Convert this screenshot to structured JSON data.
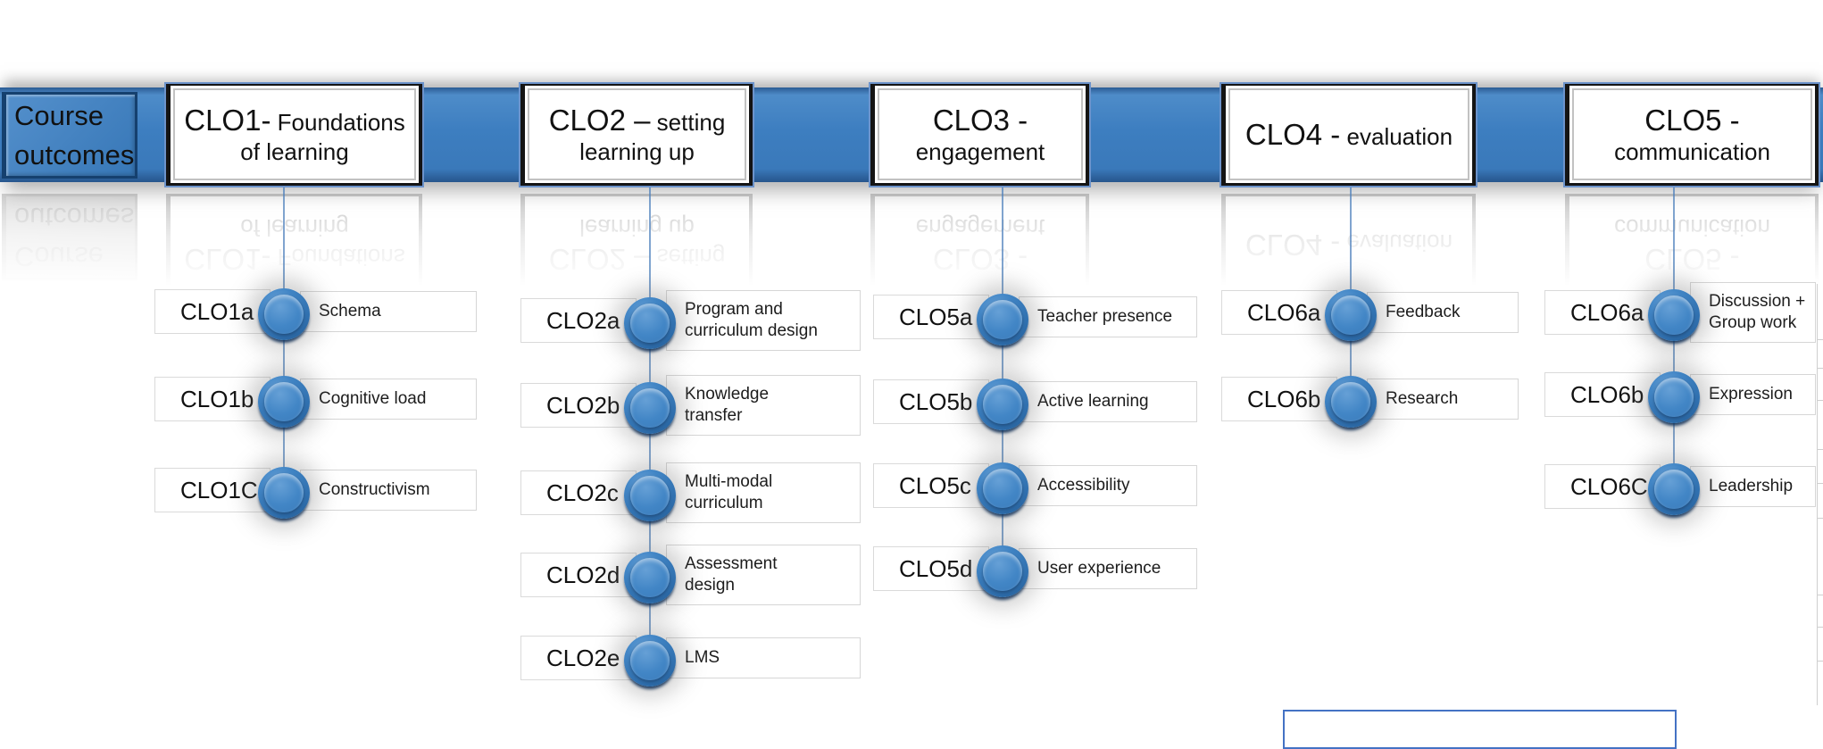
{
  "banner": {
    "course_outcomes_label": "Course\noutcomes",
    "headers": [
      {
        "id": "clo1",
        "big": "CLO1-",
        "small": " Foundations\nof learning"
      },
      {
        "id": "clo2",
        "big": "CLO2 –",
        "small": " setting\nlearning up"
      },
      {
        "id": "clo3",
        "big": "CLO3 -",
        "small": "\nengagement"
      },
      {
        "id": "clo4",
        "big": "CLO4 -",
        "small": " evaluation"
      },
      {
        "id": "clo5",
        "big": "CLO5 -",
        "small": "\ncommunication"
      }
    ]
  },
  "columns": [
    {
      "header_id": "clo1",
      "nodes": [
        {
          "id": "CLO1a",
          "topic": "Schema"
        },
        {
          "id": "CLO1b",
          "topic": "Cognitive load"
        },
        {
          "id": "CLO1C",
          "topic": "Constructivism"
        }
      ]
    },
    {
      "header_id": "clo2",
      "nodes": [
        {
          "id": "CLO2a",
          "topic": "Program and\ncurriculum  design"
        },
        {
          "id": "CLO2b",
          "topic": "Knowledge\ntransfer"
        },
        {
          "id": "CLO2c",
          "topic": "Multi-modal\ncurriculum"
        },
        {
          "id": "CLO2d",
          "topic": "Assessment\ndesign"
        },
        {
          "id": "CLO2e",
          "topic": "LMS"
        }
      ]
    },
    {
      "header_id": "clo3",
      "nodes": [
        {
          "id": "CLO5a",
          "topic": "Teacher presence"
        },
        {
          "id": "CLO5b",
          "topic": "Active learning"
        },
        {
          "id": "CLO5c",
          "topic": "Accessibility"
        },
        {
          "id": "CLO5d",
          "topic": "User experience"
        }
      ]
    },
    {
      "header_id": "clo4",
      "nodes": [
        {
          "id": "CLO6a",
          "topic": "Feedback"
        },
        {
          "id": "CLO6b",
          "topic": "Research"
        }
      ]
    },
    {
      "header_id": "clo5",
      "nodes": [
        {
          "id": "CLO6a",
          "topic": "Discussion +\nGroup work"
        },
        {
          "id": "CLO6b",
          "topic": "Expression"
        },
        {
          "id": "CLO6C",
          "topic": "Leadership"
        }
      ]
    }
  ],
  "colors": {
    "banner_blue": "#3d7ec0",
    "banner_edge": "#2b5b94",
    "header_outline_blue": "#6c93cb",
    "frame_black": "#141414",
    "node_blue": "#4286c6",
    "node_dark_rim": "#1f4f80",
    "connector_line": "#4a7ebb",
    "label_border": "#d6d6d6",
    "cropped_box_border": "#4472c4",
    "text_black": "#111111"
  }
}
